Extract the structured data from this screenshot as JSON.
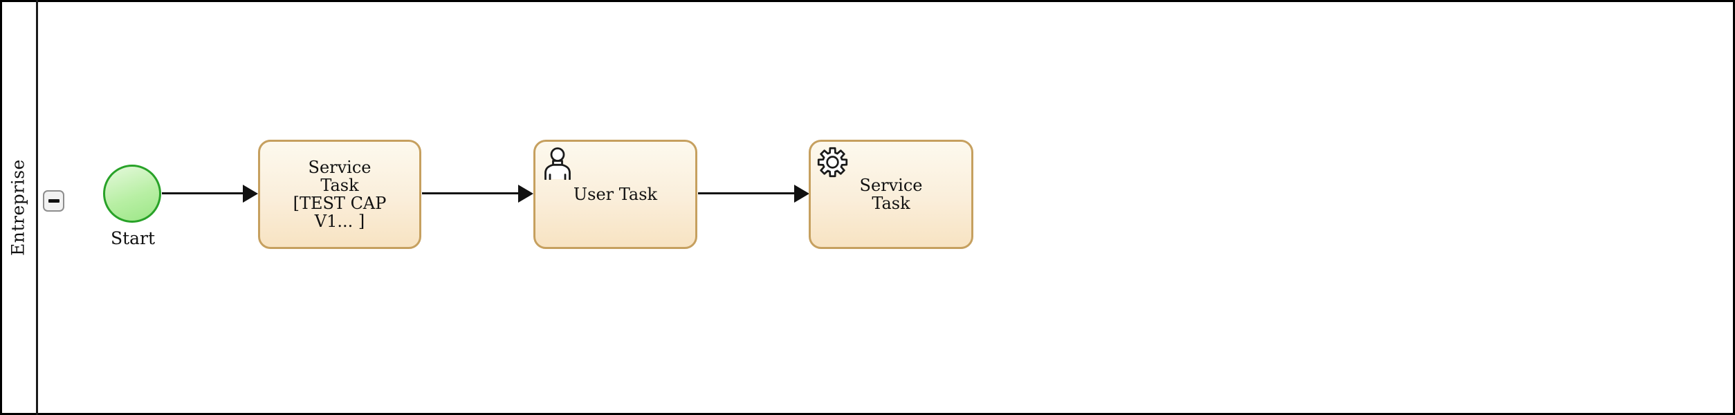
{
  "pool": {
    "name_label": "Entreprise"
  },
  "lane_controls": {
    "collapse_button": {
      "icon": "minus-icon",
      "symbol": "−"
    }
  },
  "process": {
    "start_event": {
      "label": "Start",
      "shape": "circle"
    },
    "tasks": [
      {
        "id": "task-1",
        "type": "service",
        "icon": "none",
        "name": "Service\nTask\n[TEST CAP\nV1... ]"
      },
      {
        "id": "task-2",
        "type": "user",
        "icon": "user-icon",
        "name": "User Task"
      },
      {
        "id": "task-3",
        "type": "service",
        "icon": "gear-icon",
        "name": "Service\nTask"
      }
    ],
    "flows": [
      {
        "from": "start-event",
        "to": "task-1"
      },
      {
        "from": "task-1",
        "to": "task-2"
      },
      {
        "from": "task-2",
        "to": "task-3"
      }
    ]
  },
  "colors": {
    "task_fill_top": "#fdf9ee",
    "task_fill_bottom": "#f8e3c2",
    "task_border": "#c6a05f",
    "event_fill_top": "#ddf7d2",
    "event_fill_bottom": "#9ce687",
    "event_border": "#28a228",
    "flow_color": "#111111",
    "pool_border": "#000000"
  }
}
